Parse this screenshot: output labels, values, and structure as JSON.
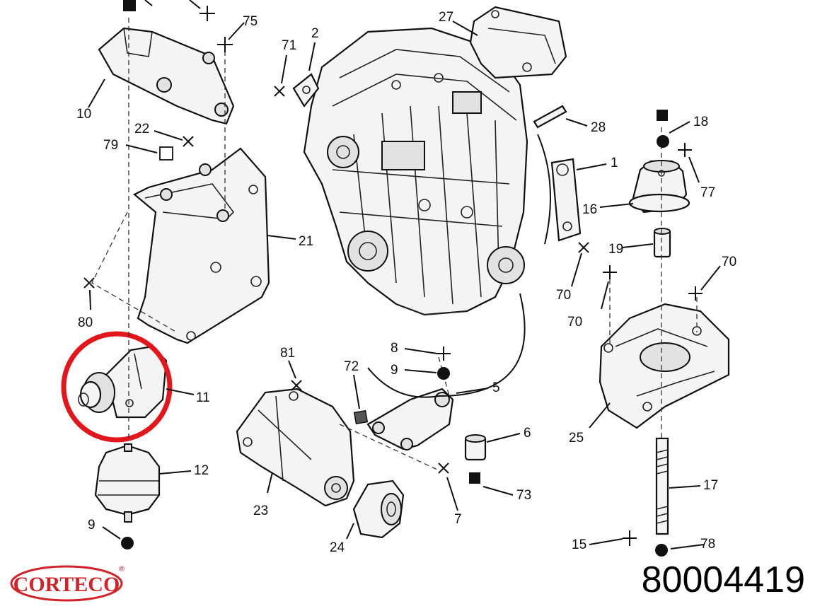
{
  "callouts": [
    {
      "id": "c75",
      "text": "75"
    },
    {
      "id": "c2",
      "text": "2"
    },
    {
      "id": "c27",
      "text": "27"
    },
    {
      "id": "c71",
      "text": "71"
    },
    {
      "id": "c10",
      "text": "10"
    },
    {
      "id": "c22",
      "text": "22"
    },
    {
      "id": "c79",
      "text": "79"
    },
    {
      "id": "c28",
      "text": "28"
    },
    {
      "id": "c18",
      "text": "18"
    },
    {
      "id": "c1",
      "text": "1"
    },
    {
      "id": "c77",
      "text": "77"
    },
    {
      "id": "c16",
      "text": "16"
    },
    {
      "id": "c21",
      "text": "21"
    },
    {
      "id": "c19",
      "text": "19"
    },
    {
      "id": "c70a",
      "text": "70"
    },
    {
      "id": "c70b",
      "text": "70"
    },
    {
      "id": "c70c",
      "text": "70"
    },
    {
      "id": "c80",
      "text": "80"
    },
    {
      "id": "c11",
      "text": "11"
    },
    {
      "id": "c81",
      "text": "81"
    },
    {
      "id": "c72",
      "text": "72"
    },
    {
      "id": "c8",
      "text": "8"
    },
    {
      "id": "c9a",
      "text": "9"
    },
    {
      "id": "c5",
      "text": "5"
    },
    {
      "id": "c6",
      "text": "6"
    },
    {
      "id": "c25",
      "text": "25"
    },
    {
      "id": "c12",
      "text": "12"
    },
    {
      "id": "c73",
      "text": "73"
    },
    {
      "id": "c17",
      "text": "17"
    },
    {
      "id": "c23",
      "text": "23"
    },
    {
      "id": "c7",
      "text": "7"
    },
    {
      "id": "c9b",
      "text": "9"
    },
    {
      "id": "c24",
      "text": "24"
    },
    {
      "id": "c15",
      "text": "15"
    },
    {
      "id": "c78",
      "text": "78"
    }
  ],
  "brand": {
    "name": "CORTECO",
    "registered": "®",
    "color": "#d2232a"
  },
  "part_number": "80004419",
  "highlight_color": "#e3161b"
}
